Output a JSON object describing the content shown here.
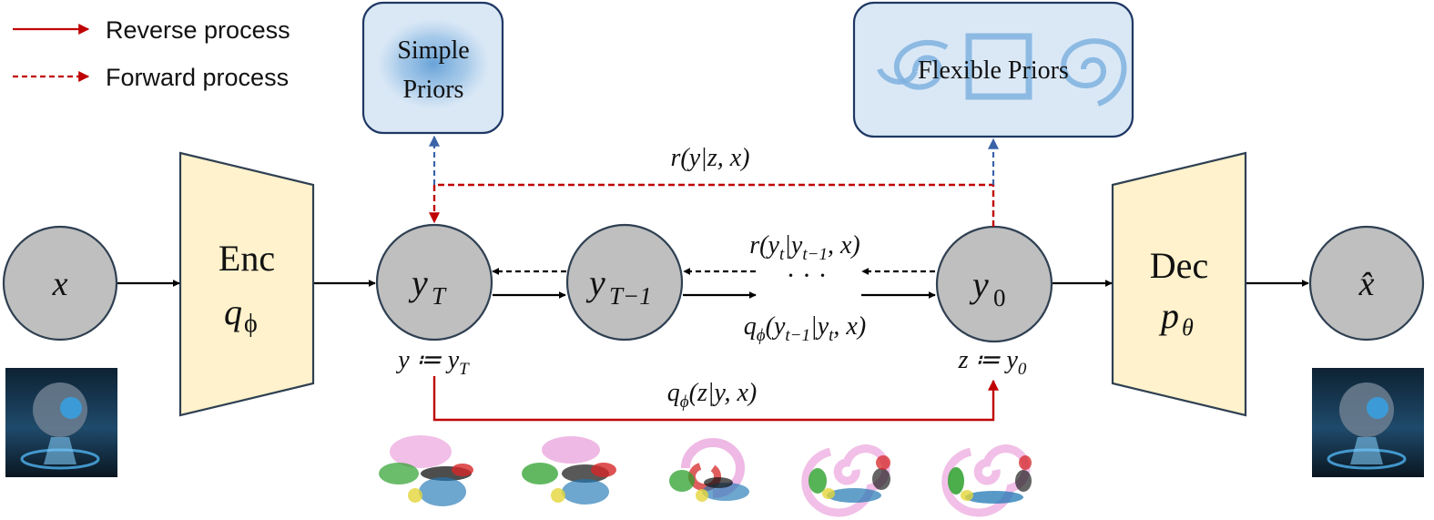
{
  "legend": {
    "reverse_label": "Reverse process",
    "forward_label": "Forward process"
  },
  "boxes": {
    "simple_priors": [
      "Simple",
      "Priors"
    ],
    "flexible_priors": "Flexible Priors"
  },
  "encoder": {
    "name": "Enc",
    "sym": "q",
    "sub": "ϕ"
  },
  "decoder": {
    "name": "Dec",
    "sym": "p",
    "sub": "θ"
  },
  "nodes": {
    "x": "x",
    "y_T": {
      "base": "y",
      "sub": "T"
    },
    "y_T_minus_1": {
      "base": "y",
      "sub": "T−1"
    },
    "ellipsis": "· · ·",
    "y_0": {
      "base": "y",
      "sub": "0"
    },
    "x_hat": "x̂"
  },
  "labels": {
    "r_top": "r(y|z, x)",
    "r_step": {
      "pre": "r(y",
      "s1": "t",
      "mid": "|y",
      "s2": "t−1",
      "post": ", x)"
    },
    "q_step": {
      "pre": "q",
      "s0": "ϕ",
      "a": "(y",
      "s1": "t−1",
      "b": "|y",
      "s2": "t",
      "post": ", x)"
    },
    "q_bottom": {
      "pre": "q",
      "s0": "ϕ",
      "post": "(z|y, x)"
    },
    "y_def": {
      "a": "y ≔ y",
      "s": "T"
    },
    "z_def": {
      "a": "z ≔ y",
      "s": "0"
    }
  },
  "colors": {
    "reverse": "#c00000",
    "forward": "#c00000",
    "prior_link": "#3a63a8",
    "node_fill": "#bfbfbf",
    "coder_fill": "#fff2cc",
    "prior_box_fill": "#dae8f6",
    "prior_box_stroke": "#1f3864"
  }
}
